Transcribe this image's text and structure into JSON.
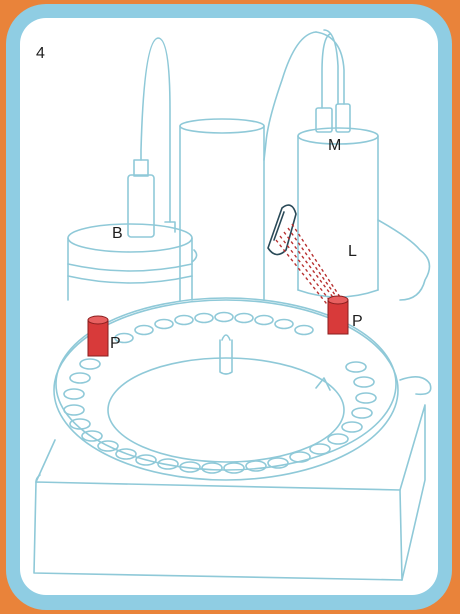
{
  "panel": {
    "number": "4",
    "colors": {
      "outer_orange": "#e9833a",
      "frame_blue": "#8fcde3",
      "paper": "#ffffff",
      "line_blue": "#8fc9d8",
      "sample_red": "#d83a3a",
      "laser_red": "#b83030"
    }
  },
  "labels": {
    "b": "B",
    "m": "M",
    "l": "L",
    "p_left": "P",
    "p_right": "P"
  }
}
